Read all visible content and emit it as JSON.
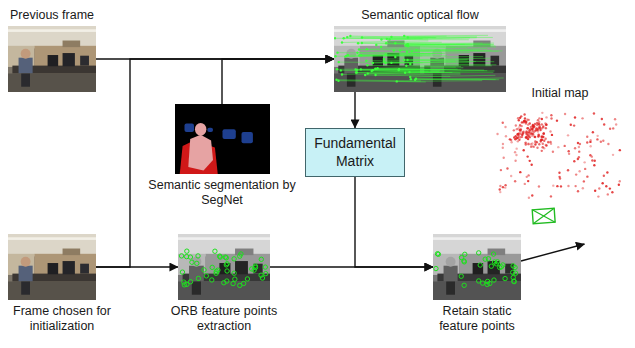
{
  "diagram": {
    "nodes": [
      {
        "text": [
          "Previous frame"
        ]
      },
      {
        "text": [
          "Semantic optical flow"
        ]
      },
      {
        "text": [
          "Initial map"
        ]
      },
      {
        "text": [
          "Semantic segmentation by SegNet"
        ]
      },
      {
        "text": [
          "Fundamental Matrix"
        ]
      },
      {
        "text": [
          "Frame chosen for initialization"
        ]
      },
      {
        "text": [
          "ORB feature points extraction"
        ]
      },
      {
        "text": [
          "Retain static feature points"
        ]
      }
    ],
    "edges": [
      {
        "from": 0,
        "to": 1,
        "arrow": "to"
      },
      {
        "from": 5,
        "to": 1,
        "arrow": "to"
      },
      {
        "from": 3,
        "to": 1,
        "arrow": "to"
      },
      {
        "from": 5,
        "to": 6,
        "arrow": "to"
      },
      {
        "from": 1,
        "to": 4,
        "arrow": "to"
      },
      {
        "from": 4,
        "to": 7,
        "arrow": "to"
      },
      {
        "from": 6,
        "to": 7,
        "arrow": "to"
      },
      {
        "from": 7,
        "to": 2,
        "arrow": "to"
      }
    ]
  }
}
